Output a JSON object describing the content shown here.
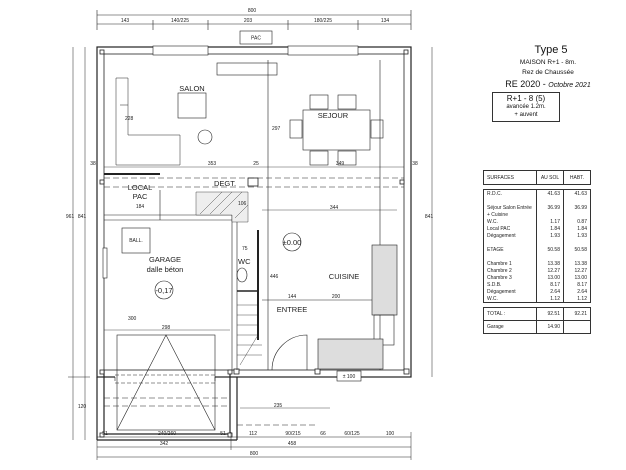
{
  "title": {
    "type": "Type   5",
    "maison": "MAISON  R+1 - 8m.",
    "rez": "Rez de Chaussée",
    "re": "RE 2020 - ",
    "date": "Octobre 2021",
    "box_line1": "R+1 - 8 (5)",
    "box_line2": "avancée 1.2m.",
    "box_line3": "+ auvent"
  },
  "surfaces": {
    "headers": [
      "SURFACES",
      "AU SOL",
      "HABT."
    ],
    "rdc": {
      "label": "R.D.C.",
      "sol": "41.63",
      "habt": "41.63"
    },
    "rdc_rows": [
      {
        "label": "Séjour Salon Entrée",
        "sol": "36.99",
        "habt": "36.99"
      },
      {
        "label": "+ Cuisine",
        "sol": "",
        "habt": ""
      },
      {
        "label": "W.C.",
        "sol": "1.17",
        "habt": "0.87"
      },
      {
        "label": "Local PAC",
        "sol": "1.84",
        "habt": "1.84"
      },
      {
        "label": "Dégagement",
        "sol": "1.93",
        "habt": "1.93"
      }
    ],
    "etage": {
      "label": "ETAGE",
      "sol": "50.58",
      "habt": "50.58"
    },
    "etage_rows": [
      {
        "label": "Chambre 1",
        "sol": "13.38",
        "habt": "13.38"
      },
      {
        "label": "Chambre 2",
        "sol": "12.27",
        "habt": "12.27"
      },
      {
        "label": "Chambre 3",
        "sol": "13.00",
        "habt": "13.00"
      },
      {
        "label": "S.D.B.",
        "sol": "8.17",
        "habt": "8.17"
      },
      {
        "label": "Dégagement",
        "sol": "2.64",
        "habt": "2.64"
      },
      {
        "label": "W.C.",
        "sol": "1.12",
        "habt": "1.12"
      }
    ],
    "total": {
      "label": "TOTAL :",
      "sol": "92.51",
      "habt": "92.21"
    },
    "garage": {
      "label": "Garage",
      "sol": "14.90",
      "habt": ""
    }
  },
  "plan": {
    "rooms": {
      "salon": "SALON",
      "sejour": "SEJOUR",
      "local": "LOCAL",
      "pac": "PAC",
      "degt": "DEGT.",
      "garage": "GARAGE",
      "dalle": "dalle béton",
      "wc": "WC",
      "cuisine": "CUISINE",
      "entree": "ENTREE",
      "pac_box": "PAC",
      "ballon": "BALL."
    },
    "levels": {
      "main": "±0.00",
      "garage": "-0,17"
    },
    "dims_top": {
      "total": "800",
      "segments": [
        "143",
        "140/225",
        "203",
        "180/225",
        "134"
      ]
    },
    "dims_bottom": {
      "row1": [
        "51",
        "240/260",
        "51",
        "112",
        "90/215",
        "66",
        "60/125",
        "100"
      ],
      "row2": [
        "342",
        "458"
      ],
      "total": "800"
    },
    "dims_side": {
      "left_total": "961",
      "left_main": "841",
      "left_lower": "120",
      "right_main": "841"
    },
    "dims_inner": [
      "353",
      "25",
      "349",
      "38",
      "38",
      "297",
      "184",
      "344",
      "200",
      "144",
      "446",
      "298",
      "235",
      "300",
      "106",
      "75",
      "228",
      "± 100"
    ]
  }
}
